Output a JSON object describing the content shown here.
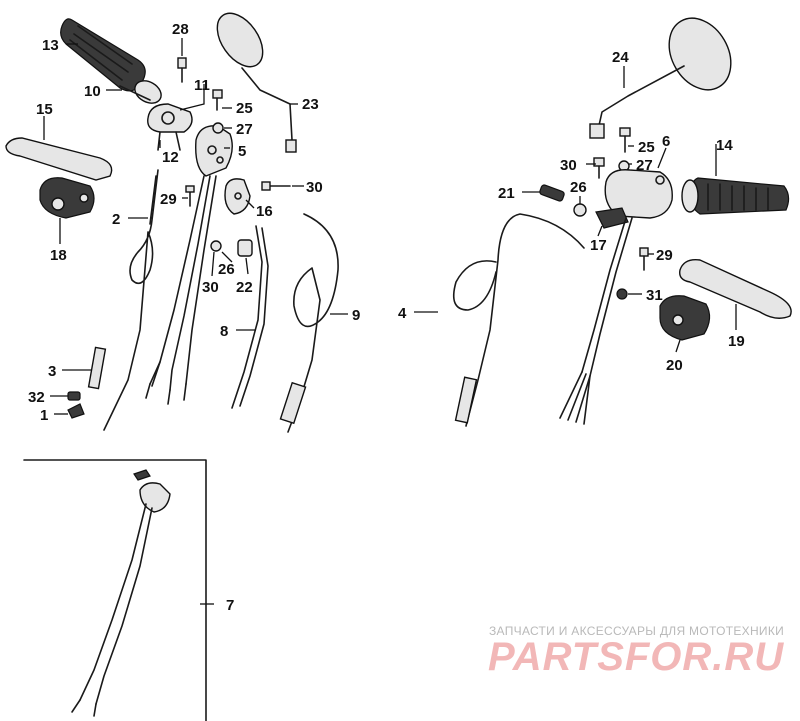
{
  "callouts": {
    "c1": "1",
    "c2": "2",
    "c3": "3",
    "c4": "4",
    "c5": "5",
    "c6": "6",
    "c7": "7",
    "c8": "8",
    "c9": "9",
    "c10": "10",
    "c11": "11",
    "c12": "12",
    "c13": "13",
    "c14": "14",
    "c15": "15",
    "c16": "16",
    "c17": "17",
    "c18": "18",
    "c19": "19",
    "c20": "20",
    "c21": "21",
    "c22": "22",
    "c23": "23",
    "c24": "24",
    "c25a": "25",
    "c25b": "25",
    "c26a": "26",
    "c26b": "26",
    "c27a": "27",
    "c27b": "27",
    "c28": "28",
    "c29a": "29",
    "c29b": "29",
    "c30a": "30",
    "c30b": "30",
    "c30c": "30",
    "c31": "31",
    "c32": "32"
  },
  "watermark": {
    "caption": "ЗАПЧАСТИ И АКСЕССУАРЫ ДЛЯ МОТОТЕХНИКИ",
    "logo": "PARTSFOR.RU"
  },
  "colors": {
    "ink": "#1a1a1a",
    "watermark_logo": "#f2b7b7",
    "watermark_caption": "#b9b9b9"
  }
}
